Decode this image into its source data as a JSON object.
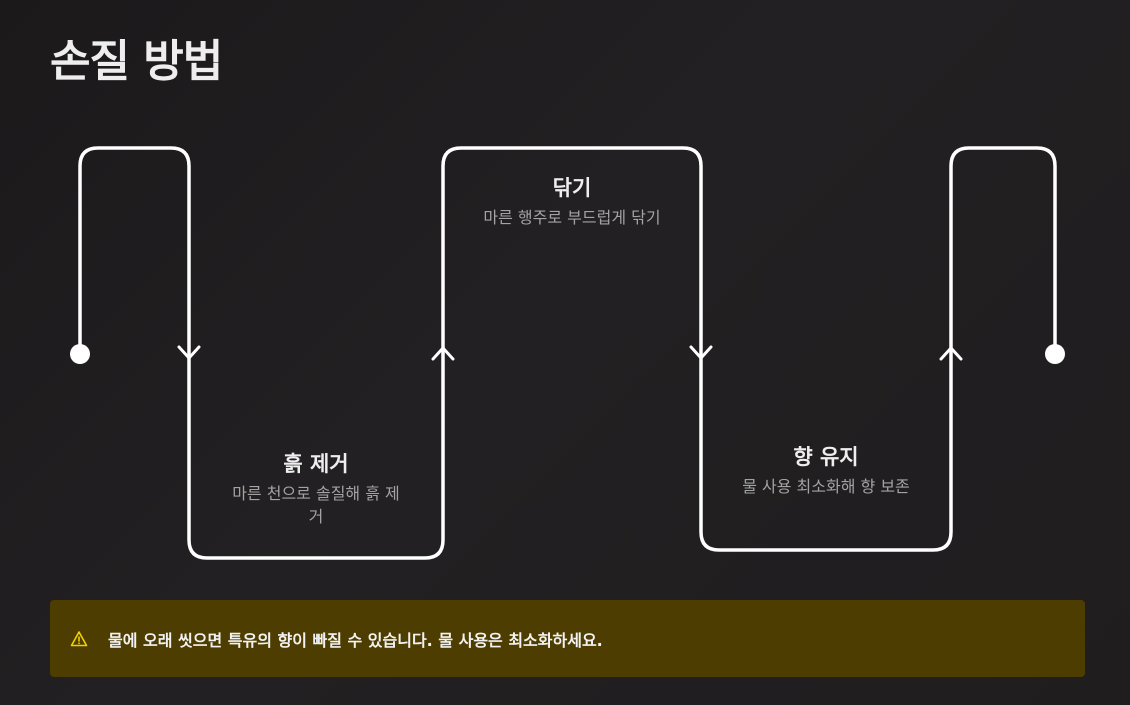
{
  "title": "손질 방법",
  "steps": [
    {
      "title": "흙 제거",
      "desc": "마른 천으로 솔질해 흙 제거"
    },
    {
      "title": "닦기",
      "desc": "마른 행주로 부드럽게 닦기"
    },
    {
      "title": "향 유지",
      "desc": "물 사용 최소화해 향 보존"
    }
  ],
  "note": {
    "icon": "warning-icon",
    "text": "물에 오래 씻으면 특유의 향이 빠질 수 있습니다. 물 사용은 최소화하세요.",
    "background": "#4d3d00"
  },
  "colors": {
    "line": "#ffffff",
    "title": "#eeeeee",
    "desc": "#a3a3a3"
  }
}
